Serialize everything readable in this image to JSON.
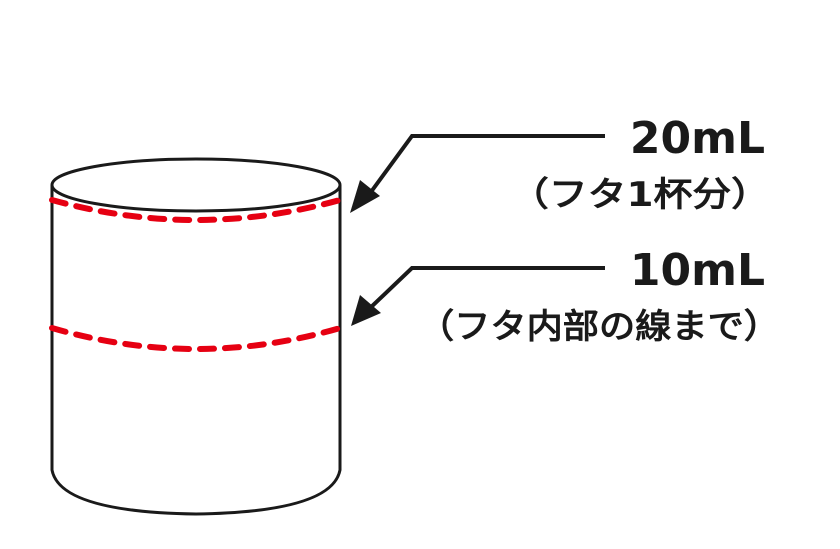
{
  "colors": {
    "outline": "#1a1a1a",
    "fill_line": "#e60012",
    "background": "#ffffff"
  },
  "markers": [
    {
      "volume": "20mL",
      "note": "（フタ1杯分）"
    },
    {
      "volume": "10mL",
      "note": "（フタ内部の線まで）"
    }
  ]
}
